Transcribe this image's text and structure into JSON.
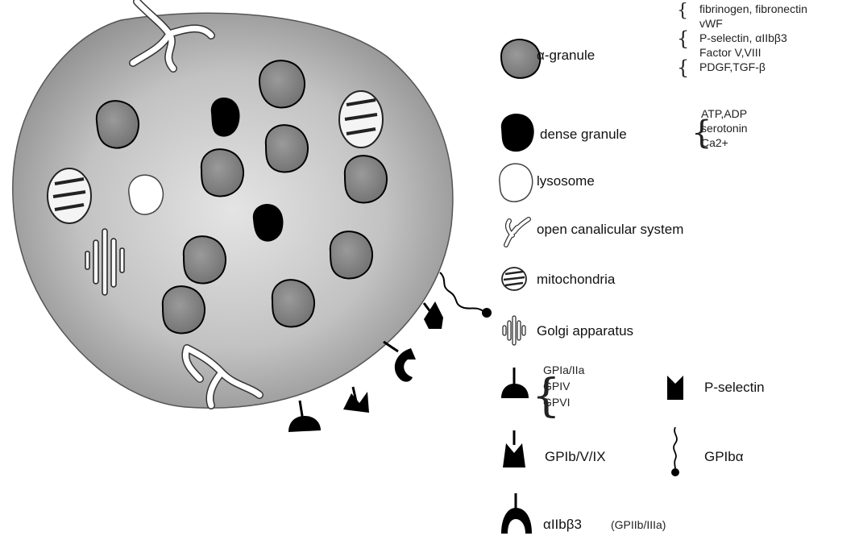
{
  "legend": {
    "alpha_granule": "α-granule",
    "alpha_contents": [
      "fibrinogen, fibronectin",
      "vWF",
      "P-selectin, αIIbβ3",
      "Factor V,VIII",
      "PDGF,TGF-β"
    ],
    "dense_granule": "dense granule",
    "dense_contents": [
      "ATP,ADP",
      "serotonin",
      "Ca2+"
    ],
    "lysosome": "lysosome",
    "ocs": "open canalicular system",
    "mitochondria": "mitochondria",
    "golgi": "Golgi apparatus",
    "gp_group": [
      "GPIa/IIa",
      "GPIV",
      "GPVI"
    ],
    "p_selectin": "P-selectin",
    "gpib_complex": "GPIb/V/IX",
    "gpib_alpha": "GPIbα",
    "integrin": "αIIbβ3",
    "integrin_alt": "(GPIIb/IIIa)"
  },
  "colors": {
    "granule": "#8a8a8a",
    "dense": "#000000",
    "lysosome": "#ffffff",
    "cytoplasm_inner": "#dcdcdc",
    "cytoplasm_outer": "#8f8f8f"
  }
}
